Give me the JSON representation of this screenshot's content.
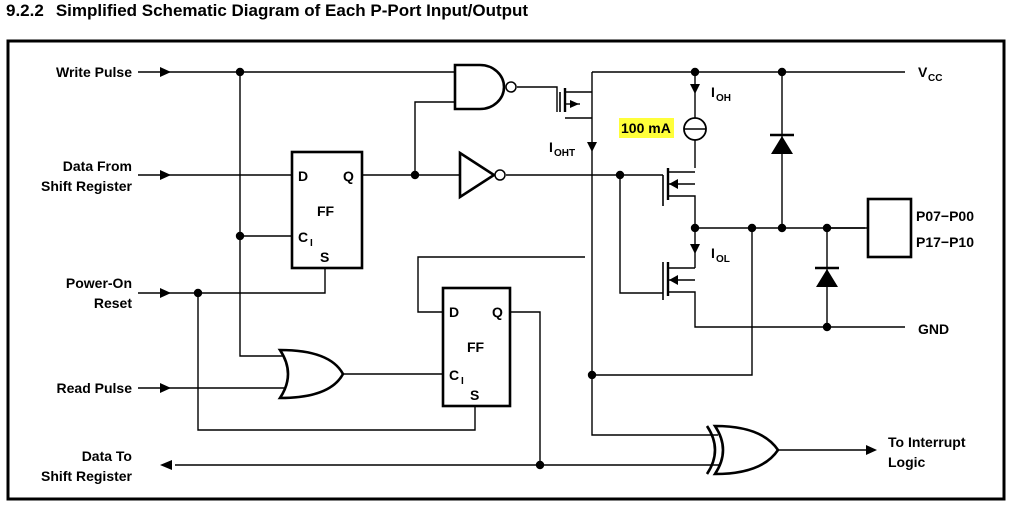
{
  "heading": {
    "number": "9.2.2",
    "title": "Simplified Schematic Diagram of Each P-Port Input/Output"
  },
  "labels": {
    "write_pulse": "Write Pulse",
    "data_from_1": "Data From",
    "data_from_2": "Shift Register",
    "power_on_1": "Power-On",
    "power_on_2": "Reset",
    "read_pulse": "Read Pulse",
    "data_to_1": "Data To",
    "data_to_2": "Shift Register",
    "to_interrupt_1": "To Interrupt",
    "to_interrupt_2": "Logic",
    "vcc_main": "V",
    "vcc_sub": "CC",
    "gnd": "GND",
    "ioh_main": "I",
    "ioh_sub": "OH",
    "iol_main": "I",
    "iol_sub": "OL",
    "ioht_main": "I",
    "ioht_sub": "OHT",
    "current_source": "100 mA",
    "port_1": "P07−P00",
    "port_2": "P17−P10"
  },
  "flipflop_1": {
    "d": "D",
    "q": "Q",
    "name": "FF",
    "c": "C",
    "c_sub": "I",
    "s": "S"
  },
  "flipflop_2": {
    "d": "D",
    "q": "Q",
    "name": "FF",
    "c": "C",
    "c_sub": "I",
    "s": "S"
  },
  "colors": {
    "highlight": "#ffff3a",
    "line": "#000000"
  }
}
